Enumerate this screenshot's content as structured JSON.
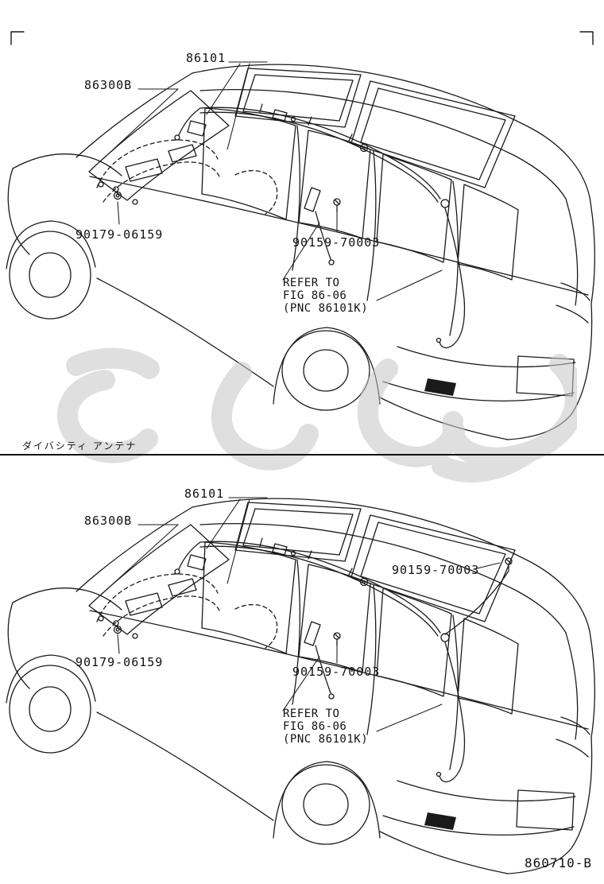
{
  "page": {
    "figure_number": "860710-B",
    "section_divider_label": "ダイバシティ アンテナ",
    "colors": {
      "background": "#ffffff",
      "line": "#1a1a1a",
      "watermark": "#c6c6c6"
    },
    "icons": {
      "screw": "screw-fastener-glyph",
      "nut": "nut-fastener-glyph",
      "grommet": "grommet-glyph"
    }
  },
  "top_diagram": {
    "part_labels": {
      "antenna_cord": "86101",
      "antenna_assembly": "86300B",
      "nut": "90179-06159",
      "screw": "90159-70003"
    },
    "reference_note": {
      "line1": "REFER TO",
      "line2": "FIG 86-06",
      "line3": "(PNC 86101K)"
    }
  },
  "bottom_diagram": {
    "part_labels": {
      "antenna_cord": "86101",
      "antenna_assembly": "86300B",
      "screw_rear": "90159-70003",
      "nut": "90179-06159",
      "screw": "90159-70003"
    },
    "reference_note": {
      "line1": "REFER TO",
      "line2": "FIG 86-06",
      "line3": "(PNC 86101K)"
    }
  }
}
